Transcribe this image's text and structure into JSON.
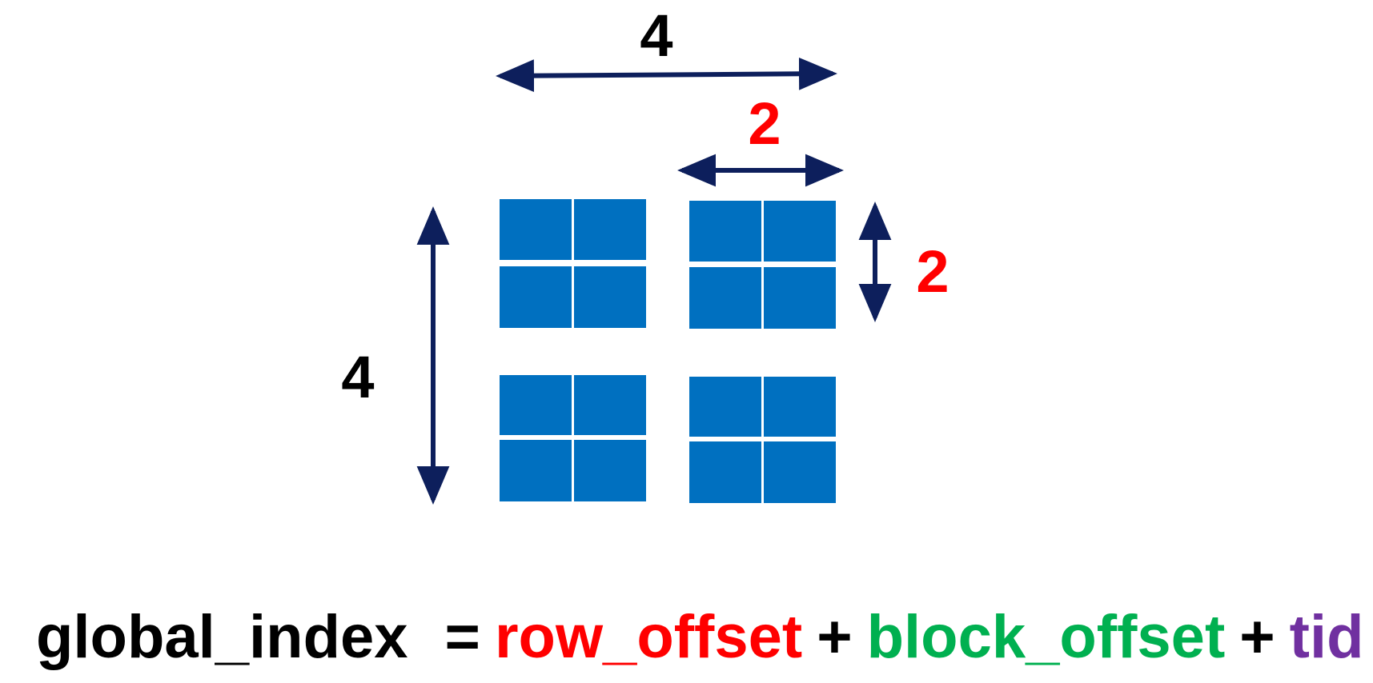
{
  "colors": {
    "arrow": "#0d1f5c",
    "cell": "#0070c0",
    "black": "#000000",
    "red": "#ff0000",
    "green": "#00b050",
    "purple": "#7030a0"
  },
  "labels": {
    "grid_width": "4",
    "grid_height": "4",
    "block_width": "2",
    "block_height": "2"
  },
  "formula": {
    "lhs": "global_index",
    "equals": "=",
    "row_offset": "row_offset",
    "plus1": "+",
    "block_offset": "block_offset",
    "plus2": "+",
    "tid": "tid"
  }
}
